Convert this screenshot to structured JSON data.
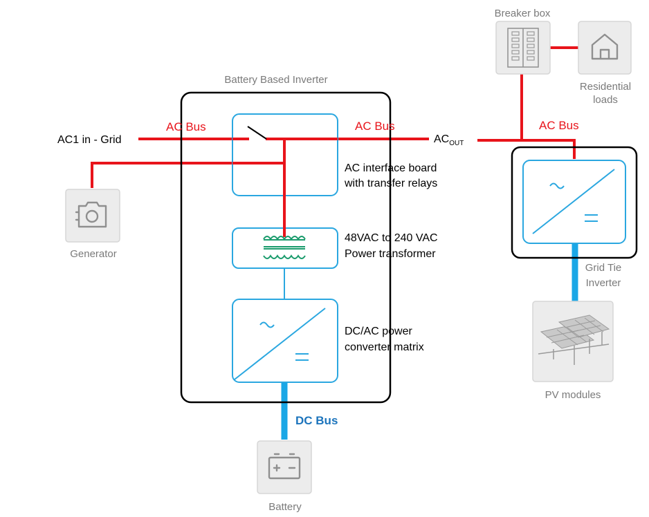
{
  "labels": {
    "breaker_box": "Breaker box",
    "residential_line1": "Residential",
    "residential_line2": "loads",
    "battery_inverter": "Battery Based Inverter",
    "ac_bus_left": "AC Bus",
    "ac_bus_mid": "AC Bus",
    "ac_bus_right": "AC Bus",
    "ac1_in_grid": "AC1 in - Grid",
    "ac_out_main": "AC",
    "ac_out_sub": "OUT",
    "ac_interface_line1": "AC interface board",
    "ac_interface_line2": "with transfer relays",
    "transformer_line1": "48VAC to 240 VAC",
    "transformer_line2": "Power transformer",
    "converter_line1": "DC/AC power",
    "converter_line2": "converter matrix",
    "generator": "Generator",
    "grid_tie_line1": "Grid Tie",
    "grid_tie_line2": "Inverter",
    "pv_modules": "PV modules",
    "dc_bus": "DC Bus",
    "battery": "Battery"
  },
  "icons": {
    "breaker": "breaker-panel-icon",
    "house": "house-icon",
    "generator": "generator-icon",
    "pv": "solar-panel-icon",
    "battery": "battery-icon",
    "transformer": "transformer-icon",
    "inverter": "inverter-icon"
  },
  "colors": {
    "ac_bus": "#e8141b",
    "dc_bus": "#1aa7e6",
    "component_outline": "#2aa7e0",
    "transformer_coil": "#1a9b6c",
    "icon_tile": "#ececec"
  }
}
